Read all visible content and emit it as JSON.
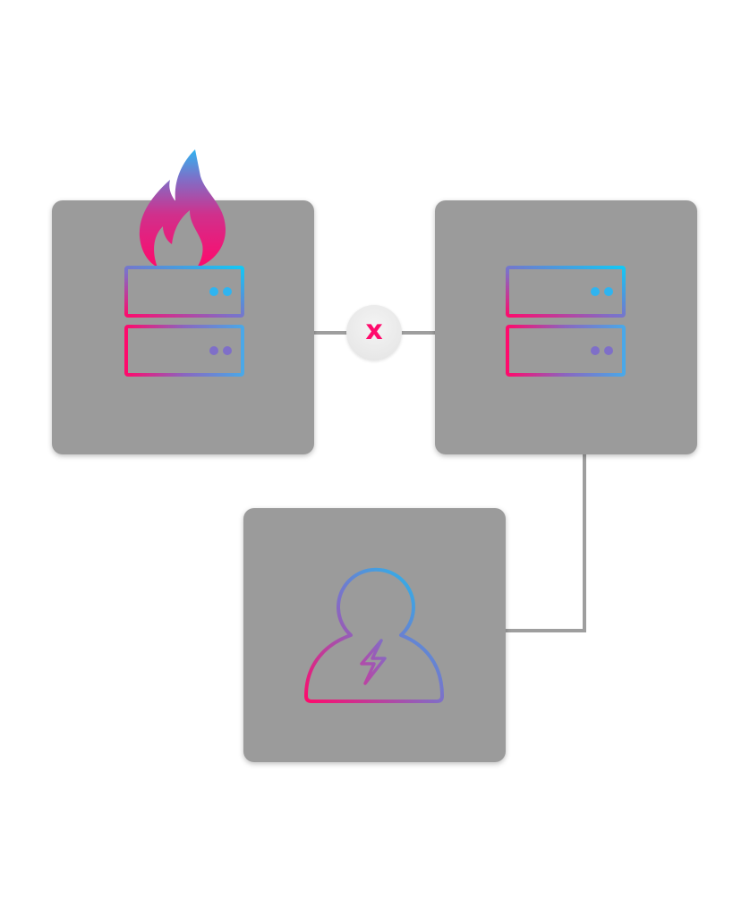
{
  "diagram": {
    "type": "network-failure-illustration",
    "nodes": [
      {
        "id": "server-a",
        "icon": "server-icon",
        "status": "on-fire",
        "overlay_icon": "flame-icon"
      },
      {
        "id": "server-b",
        "icon": "server-icon",
        "status": "normal"
      },
      {
        "id": "user",
        "icon": "user-icon",
        "badge_icon": "lightning-bolt-icon"
      }
    ],
    "edges": [
      {
        "from": "server-a",
        "to": "server-b",
        "status": "broken",
        "marker_label": "x"
      },
      {
        "from": "server-b",
        "to": "user",
        "status": "connected"
      }
    ],
    "broken_marker": {
      "label": "x"
    }
  },
  "colors": {
    "background": "#ffffff",
    "card": "#9b9b9b",
    "connector": "#9e9e9e",
    "badge": "#ececec",
    "accent_pink": "#ff0a6c",
    "accent_purple": "#7f6fc8",
    "accent_cyan": "#12c8f6",
    "marker_x": "#ff0a6c"
  }
}
